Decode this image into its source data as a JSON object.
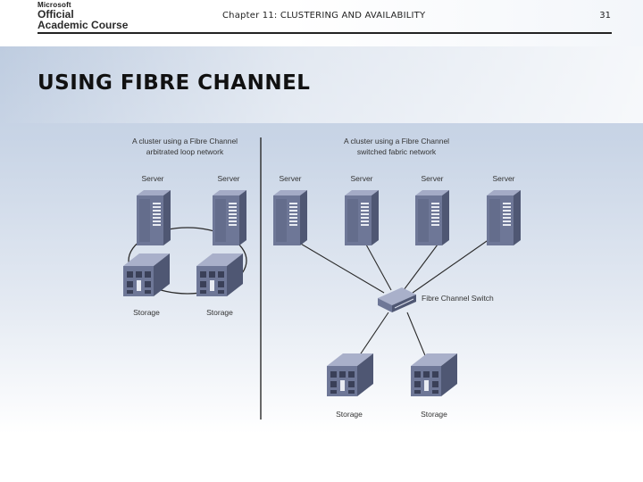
{
  "header": {
    "logo_company": "Microsoft",
    "logo_line1": "Official",
    "logo_line2": "Academic Course",
    "chapter": "Chapter 11: CLUSTERING AND AVAILABILITY",
    "page_number": "31"
  },
  "slide": {
    "title": "USING FIBRE CHANNEL"
  },
  "loop_diagram": {
    "caption_line1": "A cluster using a Fibre Channel",
    "caption_line2": "arbitrated loop network",
    "server_left": "Server",
    "server_right": "Server",
    "storage_left": "Storage",
    "storage_right": "Storage"
  },
  "fabric_diagram": {
    "caption_line1": "A cluster using a Fibre Channel",
    "caption_line2": "switched fabric network",
    "servers": [
      "Server",
      "Server",
      "Server",
      "Server"
    ],
    "switch_label": "Fibre Channel Switch",
    "storage": [
      "Storage",
      "Storage"
    ]
  },
  "colors": {
    "device_body": "#6e7797",
    "device_side": "#4f5773",
    "device_top": "#9aa2be",
    "link": "#2a2a2a"
  }
}
